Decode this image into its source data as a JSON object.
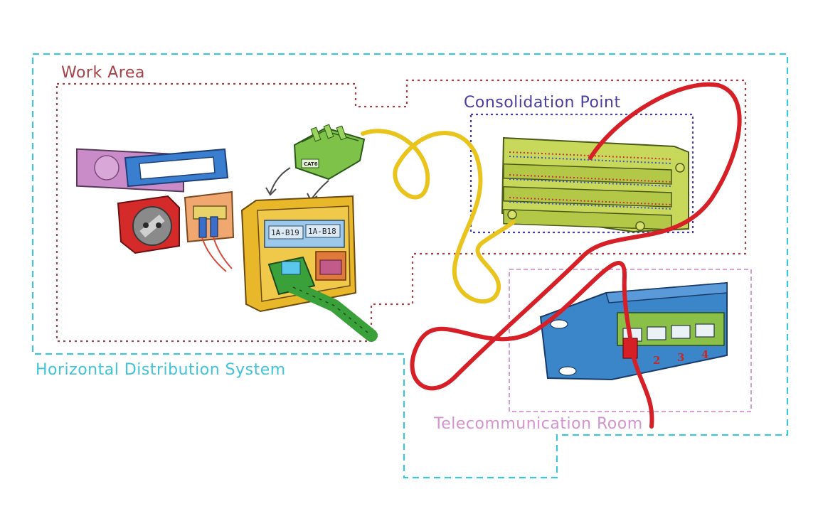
{
  "labels": {
    "work_area": "Work Area",
    "horizontal_distribution_system": "Horizontal Distribution System",
    "consolidation_point": "Consolidation Point",
    "telecommunication_room": "Telecommunication Room"
  },
  "wall_outlet": {
    "jack_left": "1A-B19",
    "jack_right": "1A-B18"
  },
  "keystone_jack": {
    "text": "CAT6"
  },
  "patch_panel": {
    "ports": [
      "2",
      "3",
      "4"
    ]
  },
  "colors": {
    "work_area_border": "#a8424a",
    "horizontal_system_border": "#3fc4dc",
    "consolidation_border": "#4a3ea0",
    "telecom_room_border": "#d493cf",
    "yellow_cable": "#e8c41c",
    "red_cable": "#d61f26",
    "blue_faceplate": "#3a7ed0"
  }
}
